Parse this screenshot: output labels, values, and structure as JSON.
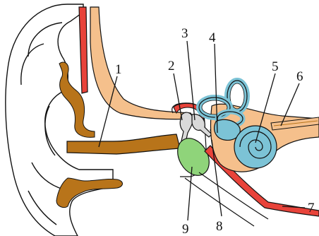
{
  "diagram": {
    "colors": {
      "outline": "#111111",
      "canal": "#b8741a",
      "ossicle": "#d9d9d9",
      "membrane": "#e8433a",
      "tube": "#e8433a",
      "cochlea": "#7cc3d6",
      "nerve": "#f5c08c",
      "skin": "#ffffff",
      "green": "#8fd47a"
    },
    "labels": [
      {
        "id": "1",
        "text": "1"
      },
      {
        "id": "2",
        "text": "2"
      },
      {
        "id": "3",
        "text": "3"
      },
      {
        "id": "4",
        "text": "4"
      },
      {
        "id": "5",
        "text": "5"
      },
      {
        "id": "6",
        "text": "6"
      },
      {
        "id": "7",
        "text": "7"
      },
      {
        "id": "8",
        "text": "8"
      },
      {
        "id": "9",
        "text": "9"
      }
    ]
  }
}
